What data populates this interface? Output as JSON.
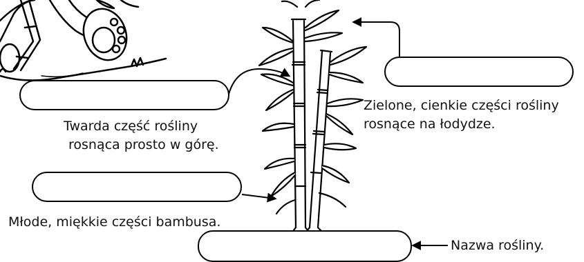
{
  "worksheet": {
    "boxes": [
      {
        "id": "stem",
        "value": ""
      },
      {
        "id": "leaves",
        "value": ""
      },
      {
        "id": "shoots",
        "value": ""
      },
      {
        "id": "plant-name",
        "value": ""
      }
    ],
    "clues": {
      "stem_line1": "Twarda część rośliny",
      "stem_line2": "rosnąca prosto w górę.",
      "leaves_line1": "Zielone, cienkie części rośliny",
      "leaves_line2": "rosnące na łodydze.",
      "shoots": "Młode, miękkie części bambusa.",
      "plant_name": "Nazwa rośliny."
    }
  }
}
